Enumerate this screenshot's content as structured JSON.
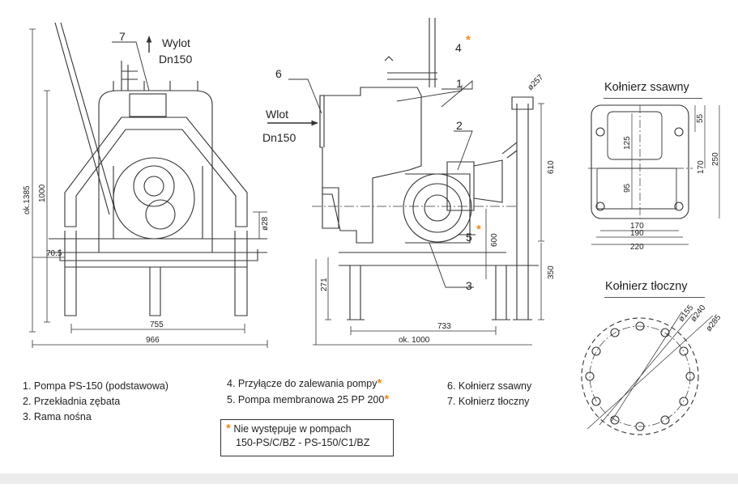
{
  "diagram": {
    "views": {
      "front": {
        "label_7": "7",
        "outlet_label_1": "Wylot",
        "outlet_label_2": "Dn150",
        "dims": {
          "height_total": "ok.1385",
          "height_1000": "1000",
          "width_755": "755",
          "width_966": "966",
          "offset_70": "70.5",
          "d28": "ø28"
        }
      },
      "side": {
        "label_6": "6",
        "label_1": "1",
        "label_2": "2",
        "label_3": "3",
        "label_4": "4",
        "label_5": "5",
        "inlet_label_1": "Wlot",
        "inlet_label_2": "Dn150",
        "dims": {
          "d257": "ø257",
          "h610": "610",
          "h600": "600",
          "h350": "350",
          "h271": "271",
          "w733": "733",
          "w1000": "ok. 1000"
        }
      }
    },
    "suction_flange": {
      "title": "Kołnierz ssawny",
      "dims": {
        "d55": "55",
        "d125": "125",
        "d95": "95",
        "d170v": "170",
        "d250": "250",
        "d170": "170",
        "d190": "190",
        "d220": "220"
      }
    },
    "discharge_flange": {
      "title": "Kołnierz tłoczny",
      "dims": {
        "d155": "ø155",
        "d240": "ø240",
        "d285": "ø285"
      }
    }
  },
  "legend": {
    "col1": [
      "1. Pompa PS-150 (podstawowa)",
      "2. Przekładnia zębata",
      "3. Rama nośna"
    ],
    "col2": [
      "4. Przyłącze do zalewania pompy",
      "5. Pompa membranowa 25 PP 200"
    ],
    "col3": [
      "6. Kołnierz ssawny",
      "7. Kołnierz tłoczny"
    ],
    "star_symbol": "*",
    "note_line1": "Nie występuje w pompach",
    "note_line2": "150-PS/C/BZ - PS-150/C1/BZ"
  },
  "colors": {
    "accent_star": "#f08a1c",
    "line": "#333333",
    "footer": "#ececec"
  }
}
